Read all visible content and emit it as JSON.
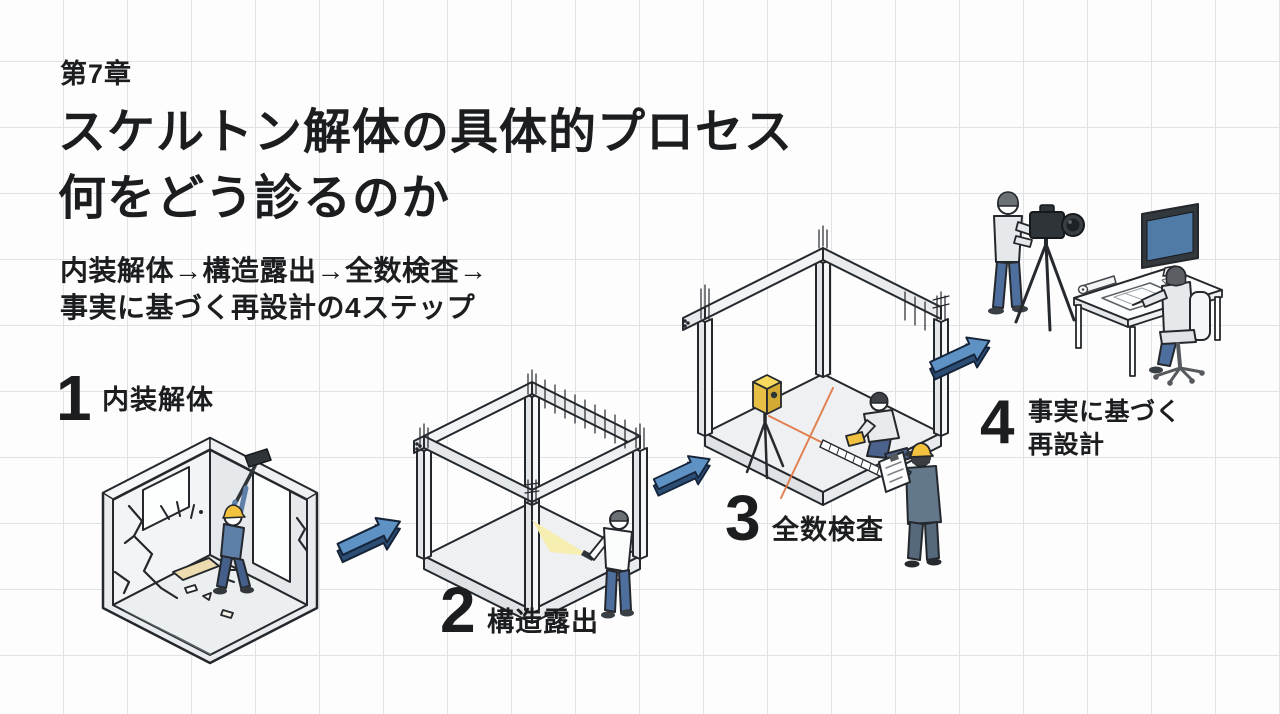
{
  "slide": {
    "chapter": "第7章",
    "title": [
      "スケルトン解体の具体的プロセス",
      "何をどう診るのか"
    ],
    "subtitle": [
      "内装解体→構造露出→全数検査→",
      "事実に基づく再設計の4ステップ"
    ]
  },
  "steps": [
    {
      "number": "1",
      "label": "内装解体"
    },
    {
      "number": "2",
      "label": "構造露出"
    },
    {
      "number": "3",
      "label": "全数検査"
    },
    {
      "number": "4",
      "label": "事実に基づく",
      "label2": "再設計"
    }
  ],
  "icons": {
    "arrows": "arrow-3d-right-icon",
    "step1": "demolition-room-illustration",
    "step2": "exposed-frame-illustration",
    "step3": "inspection-frame-illustration",
    "step4": "survey-redesign-illustration"
  },
  "colors": {
    "ink": "#1b1d1f",
    "grid_line": "#e0e3e6",
    "arrow_blue_top": "#5e91c4",
    "arrow_blue_side": "#2c4e74",
    "helmet_yellow": "#f2c23e",
    "laser_orange": "#e07540",
    "flashlight_beam": "#f7edad",
    "screen_blue": "#4f7ba6",
    "denim_blue": "#4e6f9e",
    "suit_slate": "#64788c",
    "concrete_light": "#eef0f2"
  }
}
